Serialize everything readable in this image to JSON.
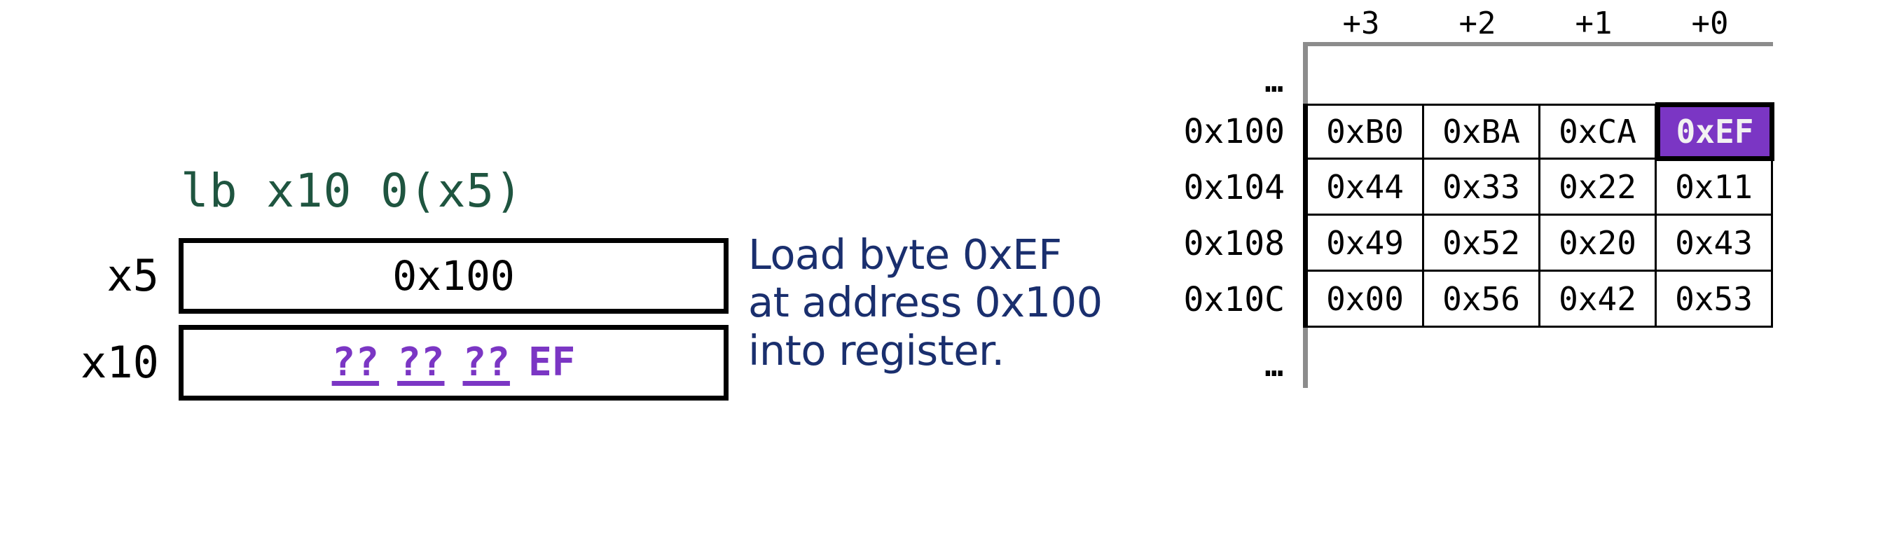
{
  "instruction": {
    "text": "lb x10 0(x5)",
    "color": "#1f5540"
  },
  "registers": [
    {
      "name": "x5",
      "value": "0x100",
      "style": "plain"
    },
    {
      "name": "x10",
      "bytes": [
        {
          "text": "??",
          "unknown": true
        },
        {
          "text": "??",
          "unknown": true
        },
        {
          "text": "??",
          "unknown": true
        },
        {
          "text": "EF",
          "unknown": false
        }
      ],
      "color": "#7b36c4"
    }
  ],
  "description": {
    "text": "Load byte 0xEF\nat address 0x100\ninto register.",
    "color": "#1a2f6e"
  },
  "memory": {
    "column_headers": [
      "+3",
      "+2",
      "+1",
      "+0"
    ],
    "ellipsis": "…",
    "rows": [
      {
        "address": "0x100",
        "cells": [
          {
            "value": "0xB0",
            "highlight": false
          },
          {
            "value": "0xBA",
            "highlight": false
          },
          {
            "value": "0xCA",
            "highlight": false
          },
          {
            "value": "0xEF",
            "highlight": true
          }
        ]
      },
      {
        "address": "0x104",
        "cells": [
          {
            "value": "0x44",
            "highlight": false
          },
          {
            "value": "0x33",
            "highlight": false
          },
          {
            "value": "0x22",
            "highlight": false
          },
          {
            "value": "0x11",
            "highlight": false
          }
        ]
      },
      {
        "address": "0x108",
        "cells": [
          {
            "value": "0x49",
            "highlight": false
          },
          {
            "value": "0x52",
            "highlight": false
          },
          {
            "value": "0x20",
            "highlight": false
          },
          {
            "value": "0x43",
            "highlight": false
          }
        ]
      },
      {
        "address": "0x10C",
        "cells": [
          {
            "value": "0x00",
            "highlight": false
          },
          {
            "value": "0x56",
            "highlight": false
          },
          {
            "value": "0x42",
            "highlight": false
          },
          {
            "value": "0x53",
            "highlight": false
          }
        ]
      }
    ],
    "highlight_color": "#7b36c4",
    "highlight_text_color": "#f2f2f2",
    "border_color": "#000000",
    "faded_border_color": "#8c8c8c"
  }
}
